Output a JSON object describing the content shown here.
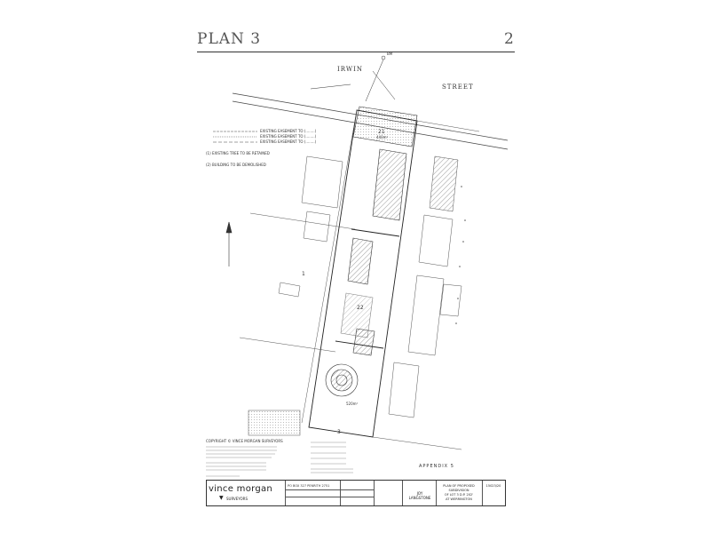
{
  "header": {
    "title": "PLAN 3",
    "page_number": "2"
  },
  "plan": {
    "street_name_left": "IRWIN",
    "street_name_right": "STREET",
    "lot_numbers": {
      "front": "21",
      "front_area": "440m²",
      "middle": "22",
      "rear": "3",
      "rear_area": "520m²",
      "left_lot": "1"
    },
    "legend": {
      "line1": "EXISTING EASEMENT TO (........)",
      "line2": "EXISTING EASEMENT TO (........)",
      "line3": "EXISTING EASEMENT TO (........)",
      "note1": "(1) EXISTING TREE TO BE RETAINED",
      "note2": "(2) BUILDING TO BE DEMOLISHED"
    },
    "copyright_note": "COPYRIGHT © VINCE MORGAN SURVEYORS",
    "appendix_label": "APPENDIX 5"
  },
  "title_block": {
    "company": "vince morgan",
    "company_sub": "SURVEYORS",
    "address": "PO BOX 327 PENRITH 2751",
    "owner_label": "JOY",
    "owner_name": "LANGSTONE",
    "plan_title_1": "PLAN OF PROPOSED SUBDIVISION",
    "plan_title_2": "OF LOT 3 D.P. 202'",
    "plan_title_3": "AT WERRINGTON",
    "plan_no": "15023/20"
  }
}
